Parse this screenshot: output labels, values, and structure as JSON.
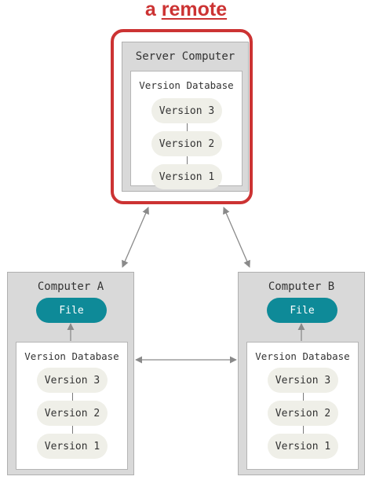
{
  "heading": {
    "prefix": "a",
    "highlight": "remote"
  },
  "colors": {
    "highlight": "#cc3333",
    "file": "#0e8a98",
    "box": "#d9d9d9",
    "pill": "#efefe8"
  },
  "server": {
    "title": "Server Computer",
    "database_label": "Version Database",
    "versions": [
      "Version 3",
      "Version 2",
      "Version 1"
    ]
  },
  "computer_a": {
    "title": "Computer A",
    "file_label": "File",
    "database_label": "Version Database",
    "versions": [
      "Version 3",
      "Version 2",
      "Version 1"
    ]
  },
  "computer_b": {
    "title": "Computer B",
    "file_label": "File",
    "database_label": "Version Database",
    "versions": [
      "Version 3",
      "Version 2",
      "Version 1"
    ]
  }
}
